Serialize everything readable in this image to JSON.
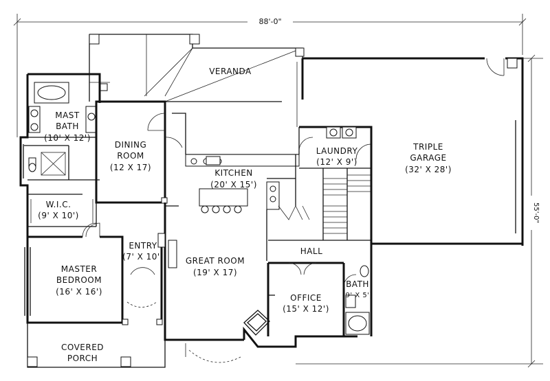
{
  "dimensions": {
    "overall_width": "88'-0\"",
    "overall_depth": "55'-0\""
  },
  "rooms": {
    "veranda": {
      "name": "VERANDA"
    },
    "master_bath": {
      "name_line1": "MAST",
      "name_line2": "BATH",
      "size": "(10' X 12')"
    },
    "dining_room": {
      "name_line1": "DINING",
      "name_line2": "ROOM",
      "size": "(12 X 17)"
    },
    "kitchen": {
      "name": "KITCHEN",
      "size": "(20' X 15')"
    },
    "laundry": {
      "name": "LAUNDRY",
      "size": "(12' X 9')"
    },
    "triple_garage": {
      "name_line1": "TRIPLE",
      "name_line2": "GARAGE",
      "size": "(32' X 28')"
    },
    "wic": {
      "name": "W.I.C.",
      "size": "(9' X 10')"
    },
    "entry": {
      "name": "ENTRY",
      "size": "(7' X 10')"
    },
    "great_room": {
      "name": "GREAT ROOM",
      "size": "(19' X 17)"
    },
    "hall": {
      "name": "HALL"
    },
    "master_bedroom": {
      "name_line1": "MASTER",
      "name_line2": "BEDROOM",
      "size": "(16' X 16')"
    },
    "bath": {
      "name": "BATH",
      "size": "(9' X 5')"
    },
    "office": {
      "name": "OFFICE",
      "size": "(15' X 12')"
    },
    "covered_porch": {
      "name_line1": "COVERED",
      "name_line2": "PORCH"
    }
  }
}
